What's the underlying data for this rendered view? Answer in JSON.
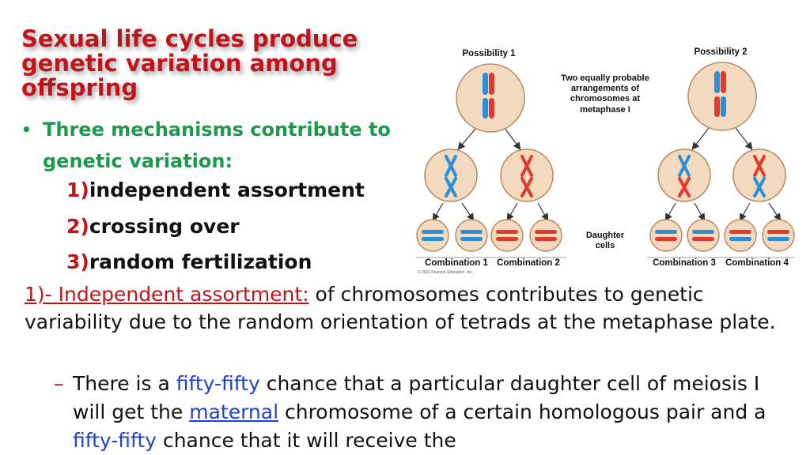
{
  "title": "Sexual life cycles produce genetic variation among offspring",
  "bullet": {
    "text": "Three mechanisms contribute to genetic variation:"
  },
  "mechanisms": [
    {
      "num": "1)",
      "label": "independent assortment"
    },
    {
      "num": "2)",
      "label": "crossing over"
    },
    {
      "num": "3)",
      "label": "random fertilization"
    }
  ],
  "paragraph": {
    "lead": "1)- Independent assortment:",
    "rest": " of chromosomes contributes to genetic variability due to the random orientation of tetrads at the metaphase plate."
  },
  "sub": {
    "part1": "There is a ",
    "fifty1": "fifty-fifty",
    "part2": " chance that a particular daughter cell of meiosis I will get the ",
    "maternal": "maternal",
    "part3": " chromosome of a certain homologous pair and a ",
    "fifty2": "fifty-fifty",
    "part4": " chance that it will receive the"
  },
  "figure": {
    "possibility1": "Possibility 1",
    "possibility2": "Possibility 2",
    "note_line1": "Two equally probable",
    "note_line2": "arrangements of",
    "note_line3": "chromosomes at",
    "note_line4": "metaphase I",
    "daughter_line1": "Daughter",
    "daughter_line2": "cells",
    "combo1": "Combination 1",
    "combo2": "Combination 2",
    "combo3": "Combination 3",
    "combo4": "Combination 4",
    "copyright": "© 2011 Pearson Education, Inc.",
    "colors": {
      "cell": "#f3d9bd",
      "cell_edge": "#b58a62",
      "blue": "#2a8fd6",
      "red": "#e03a2f"
    }
  }
}
